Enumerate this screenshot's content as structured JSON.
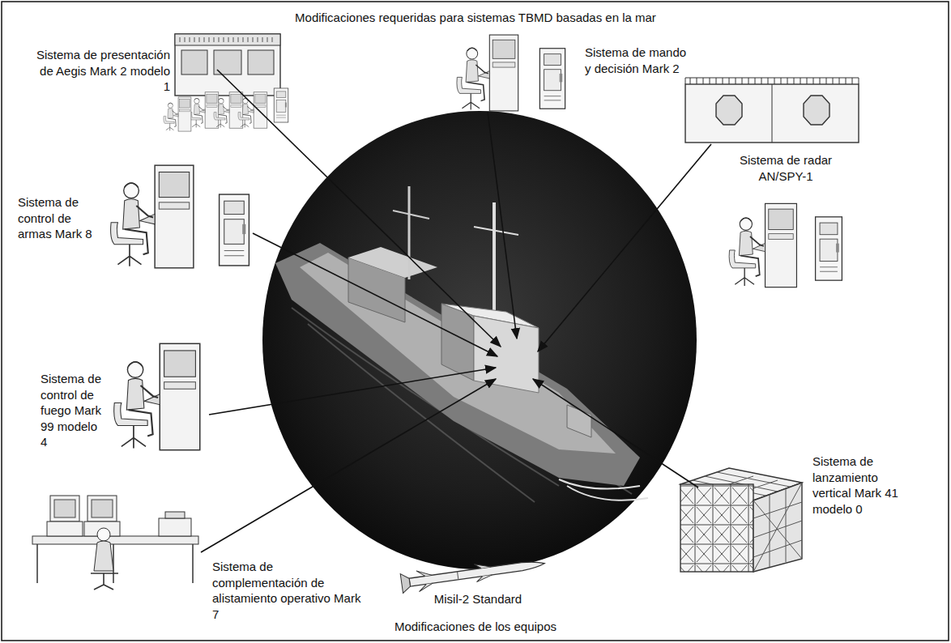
{
  "diagram": {
    "title": "Modificaciones requeridas para sistemas TBMD basadas en la mar",
    "labels": [
      "Sistema de presentación de Aegis Mark 2 modelo 1",
      "Sistema de mando y decisión Mark 2",
      "Sistema de control de armas Mark 8",
      "Sistema de radar AN/SPY-1",
      "Sistema de control de fuego Mark 99 modelo 4",
      "Sistema de complementación de alistamiento operativo Mark 7",
      "Misil-2 Standard",
      "Sistema de lanzamiento vertical Mark 41 modelo 0",
      "Modificaciones de los equipos"
    ]
  }
}
